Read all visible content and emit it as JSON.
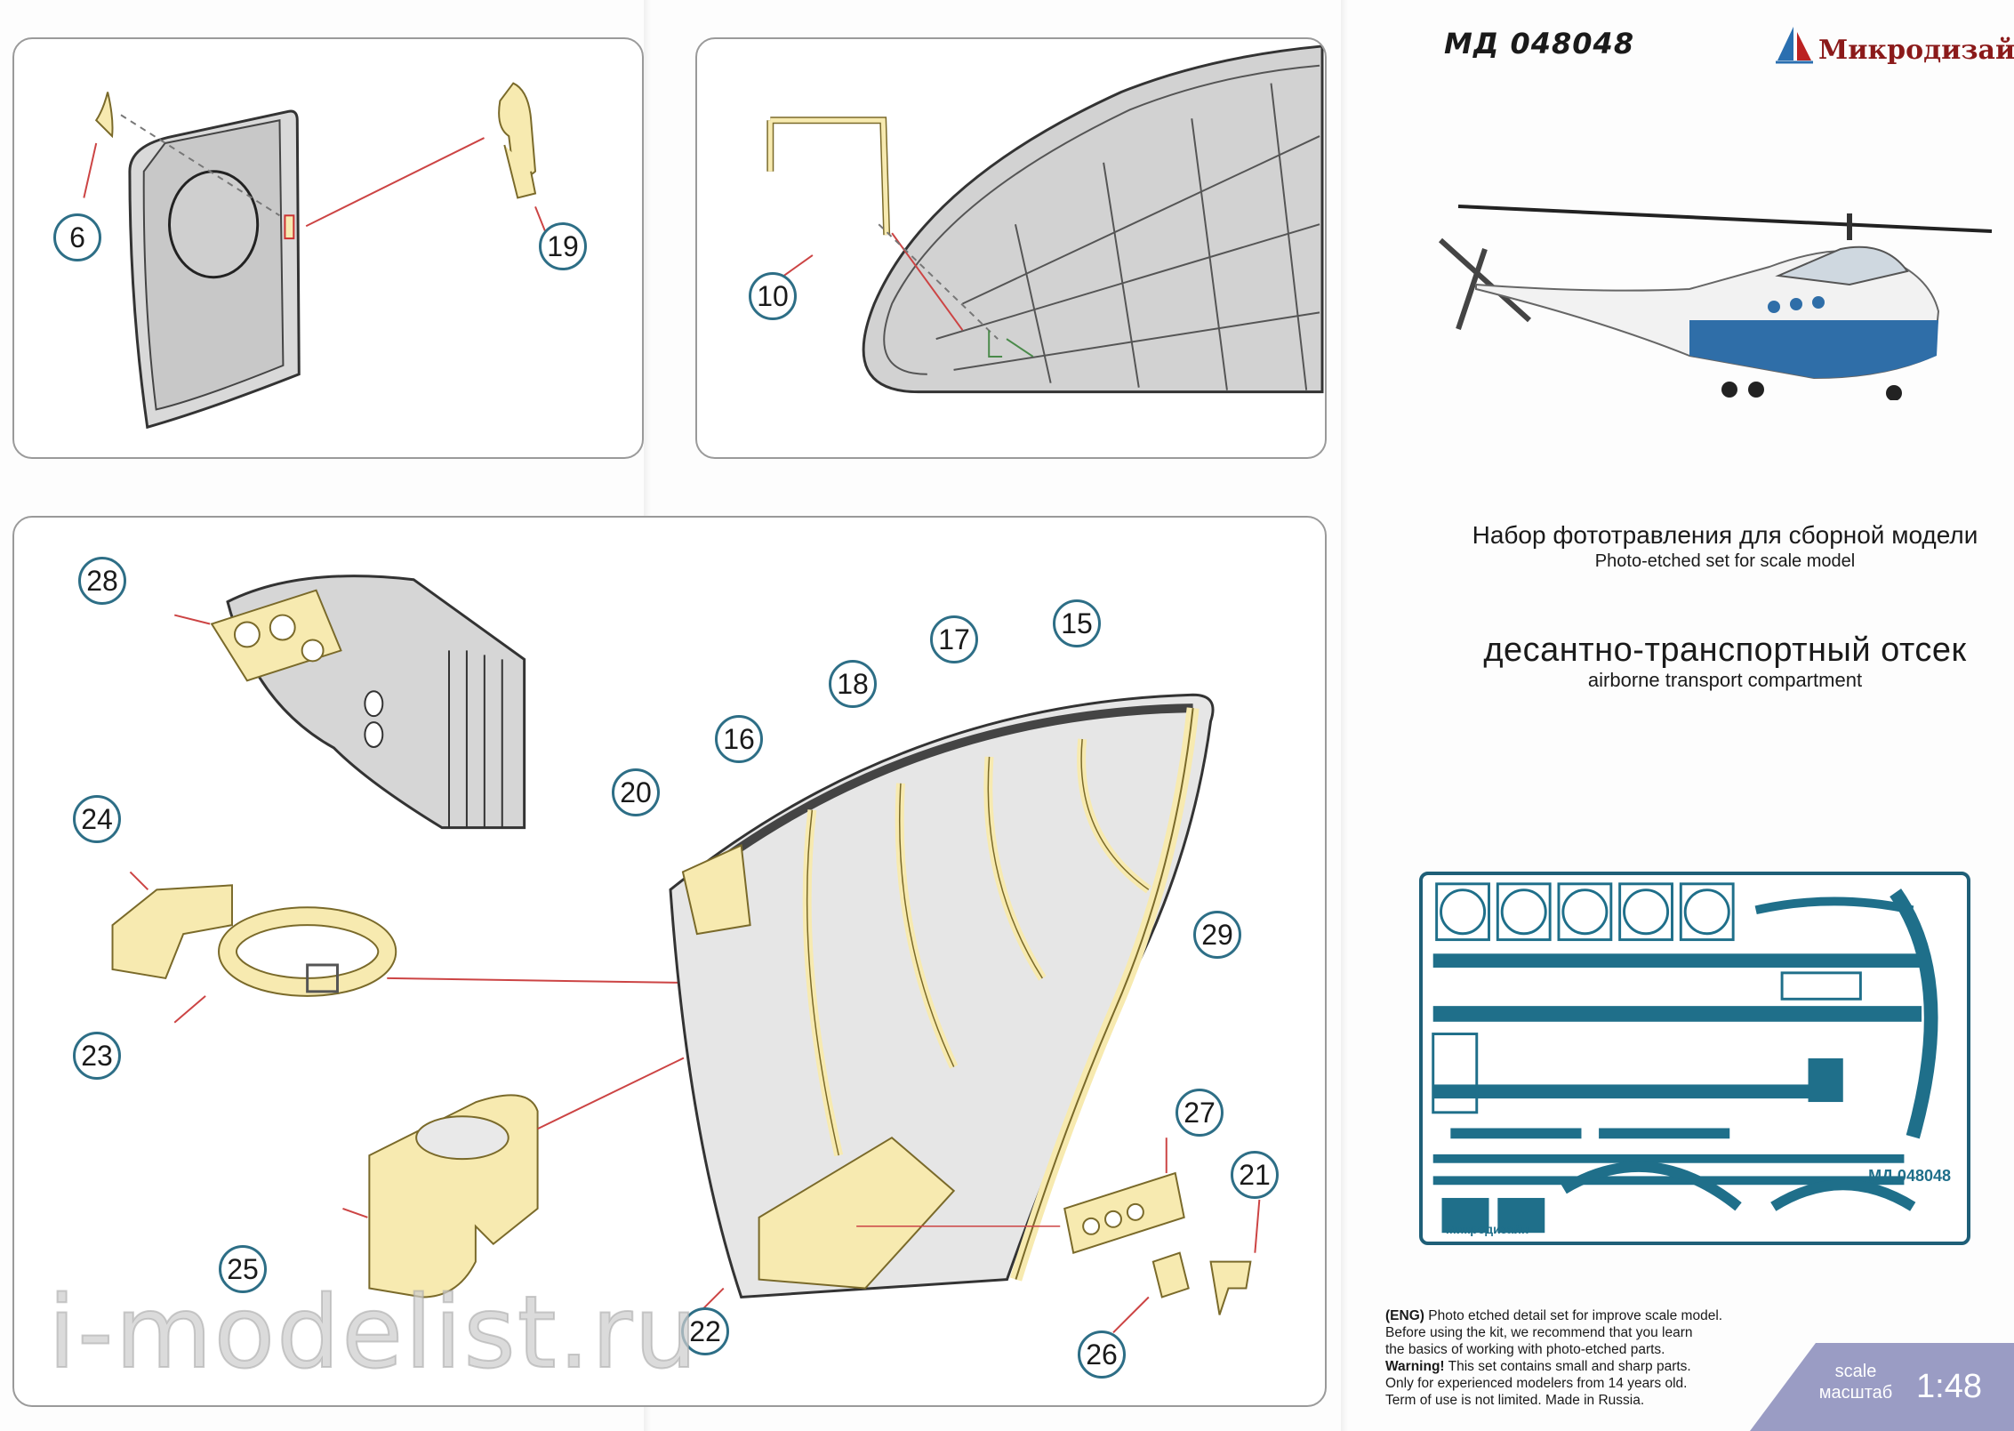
{
  "header": {
    "product_code": "МД 048048",
    "brand_name": "Микродизайн"
  },
  "product": {
    "title_ru": "Набор фототравления для сборной модели",
    "title_en": "Photo-etched set for scale model",
    "subject_ru": "десантно-транспортный отсек",
    "subject_en": "airborne transport compartment"
  },
  "callouts": {
    "p6": "6",
    "p19": "19",
    "p10": "10",
    "p28": "28",
    "p24": "24",
    "p23": "23",
    "p25": "25",
    "p22": "22",
    "p20": "20",
    "p16": "16",
    "p18": "18",
    "p17": "17",
    "p15": "15",
    "p29": "29",
    "p27": "27",
    "p21": "21",
    "p26": "26"
  },
  "fret": {
    "code": "МД 048048",
    "brand": "Микродизайн"
  },
  "notice": {
    "eng_tag": "(ENG)",
    "line1": "Photo etched detail set for improve scale model.",
    "line2": "Before using the kit, we recommend that you learn",
    "line3": "the basics of working with photo-etched parts.",
    "warning_label": "Warning!",
    "line4": "This set contains small and sharp parts.",
    "line5": "Only for experienced modelers from 14 years old.",
    "line6": "Term of use is not limited. Made in Russia."
  },
  "scale": {
    "label_en": "scale",
    "label_ru": "масштаб",
    "value": "1:48"
  },
  "watermark": "i-modelist.ru",
  "colors": {
    "pe_part": "#f7eab0",
    "pe_outline": "#7a6a2a",
    "callout_ring": "#2d6e86",
    "fret_blue": "#1f6f8a",
    "brand_red": "#8b1a1a",
    "scale_badge": "#9a9cc4"
  }
}
